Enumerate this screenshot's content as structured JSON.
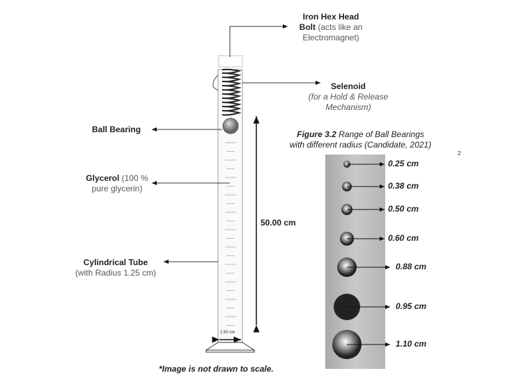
{
  "labels": {
    "bolt_bold": "Iron Hex Head",
    "bolt_bold2": "Bolt",
    "bolt_rest": " (acts like an",
    "bolt_rest2": "Electromagnet)",
    "selenoid_title": "Selenoid",
    "selenoid_desc1": "(for a Hold & Release",
    "selenoid_desc2": "Mechanism)",
    "ball_bearing": "Ball Bearing",
    "glycerol_bold": "Glycerol",
    "glycerol_rest": " (100 %",
    "glycerol_rest2": "pure glycerin)",
    "tube_title": "Cylindrical Tube",
    "tube_desc": "(with Radius 1.25 cm)",
    "height": "50.00 cm",
    "diameter": "2.50 cm",
    "note": "*Image is not drawn to scale.",
    "page_mark": "2"
  },
  "figure": {
    "number": "Figure 3.2",
    "caption1": " Range of Ball Bearings",
    "caption2": "with different radius (Candidate, 2021)",
    "bearings": [
      "0.25 cm",
      "0.38 cm",
      "0.50 cm",
      "0.60 cm",
      "0.88 cm",
      "0.95 cm",
      "1.10 cm"
    ]
  }
}
